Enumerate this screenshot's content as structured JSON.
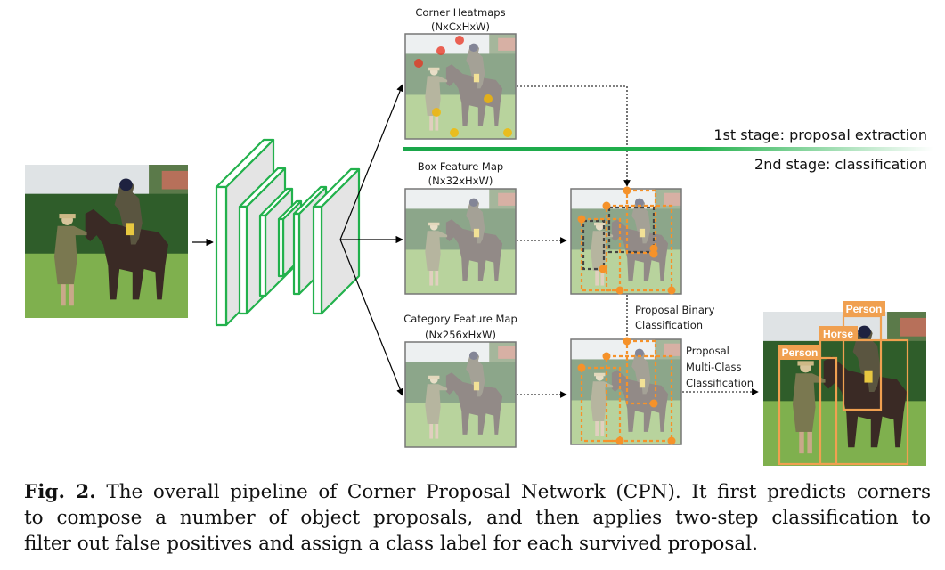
{
  "figure": {
    "labels": {
      "corner_heatmaps": "Corner Heatmaps",
      "corner_heatmaps_dims": "(NxCxHxW)",
      "box_feature_map": "Box Feature Map",
      "box_feature_map_dims": "(Nx32xHxW)",
      "category_feature_map": "Category Feature Map",
      "category_feature_map_dims": "(Nx256xHxW)",
      "binary_cls_line1": "Proposal Binary",
      "binary_cls_line2": "Classification",
      "multi_cls_line1": "Proposal",
      "multi_cls_line2": "Multi-Class",
      "multi_cls_line3": "Classification"
    },
    "stages": {
      "first": "1st stage: proposal extraction",
      "second": "2nd stage: classification"
    },
    "detections": [
      {
        "label": "Person"
      },
      {
        "label": "Horse"
      },
      {
        "label": "Person"
      }
    ],
    "colors": {
      "backbone_green": "#22b14c",
      "proposal_orange": "#f5922a",
      "detection_orange": "#f0a050",
      "heat_red": "#e8301c",
      "heat_yellow": "#f5b800",
      "negative_box": "#444444"
    }
  },
  "caption": {
    "fig_label": "Fig. 2.",
    "line1": " The overall pipeline of Corner Proposal Network (CPN). It first predicts corners",
    "line2": "to compose a number of object proposals, and then applies two-step classification to",
    "line3": "filter out false positives and assign a class label for each survived proposal."
  }
}
